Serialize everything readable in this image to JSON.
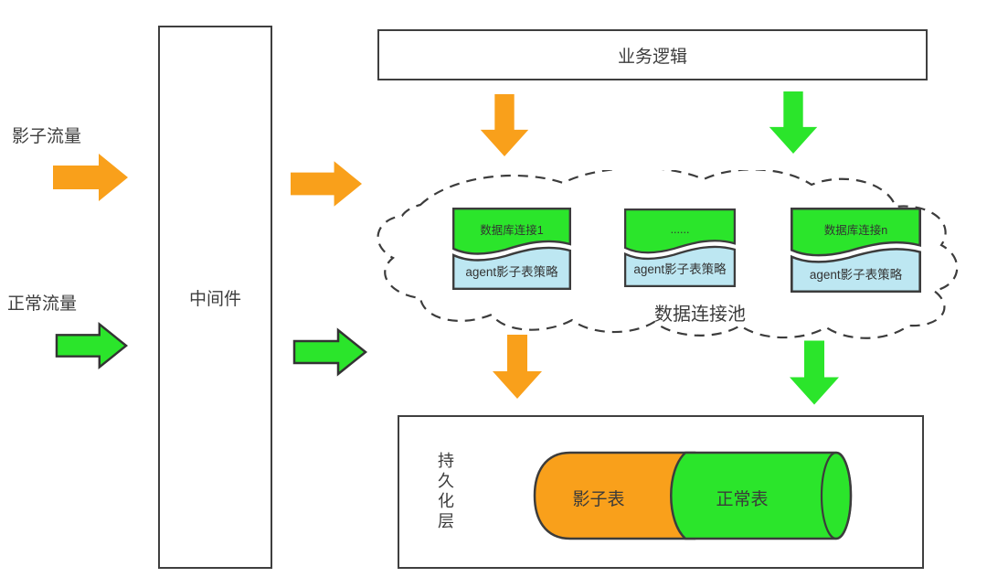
{
  "diagram": {
    "left_labels": {
      "shadow": "影子流量",
      "normal": "正常流量"
    },
    "middleware": {
      "label": "中间件"
    },
    "business_logic": {
      "label": "业务逻辑"
    },
    "connection_pool": {
      "label": "数据连接池",
      "connections": [
        {
          "top": "数据库连接1",
          "bottom": "agent影子表策略"
        },
        {
          "top": "......",
          "bottom": "agent影子表策略"
        },
        {
          "top": "数据库连接n",
          "bottom": "agent影子表策略"
        }
      ]
    },
    "persistence": {
      "label": "持久化层",
      "shadow_table": "影子表",
      "normal_table": "正常表"
    },
    "colors": {
      "shadow_orange": "#F9A01B",
      "normal_green": "#2BE52B",
      "agent_strategy_blue": "#BDE7F2",
      "outline": "#3C3C3C"
    }
  }
}
